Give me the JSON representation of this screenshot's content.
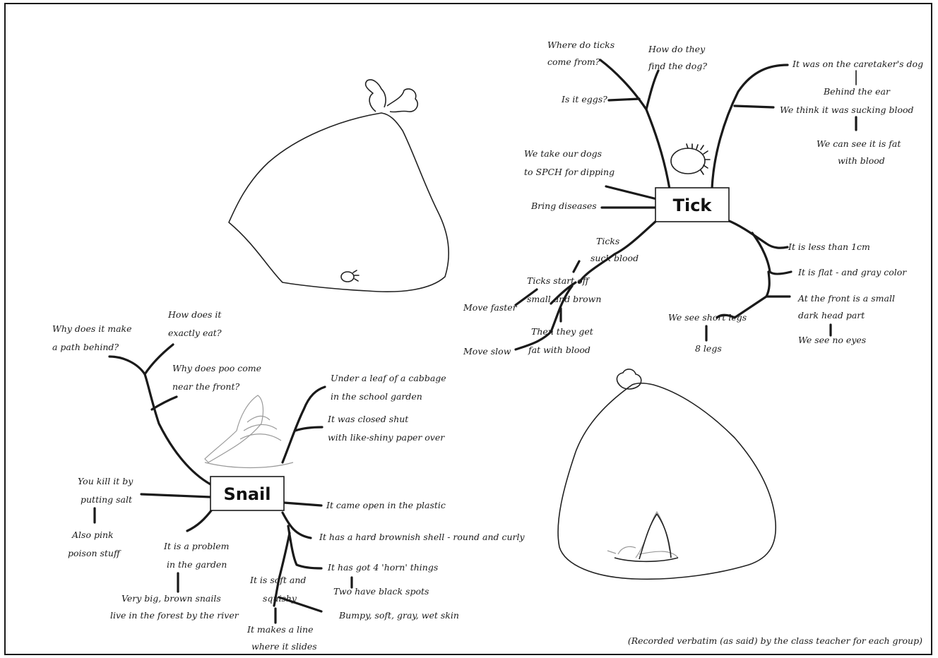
{
  "colors": {
    "ink": "#1a1a1a",
    "paper": "#ffffff",
    "sketch_light": "#9a9a9a"
  },
  "tick": {
    "title": "Tick",
    "q_where_1": "Where do ticks",
    "q_where_2": "come from?",
    "q_how_1": "How do they",
    "q_how_2": "find the dog?",
    "q_eggs": "Is it eggs?",
    "caretaker": "It was on the caretaker's dog",
    "behind_ear": "Behind the ear",
    "sucking": "We think it was sucking blood",
    "fat_1": "We can see it is fat",
    "fat_2": "with blood",
    "dogs_1": "We take our dogs",
    "dogs_2": "to SPCH for dipping",
    "diseases": "Bring diseases",
    "suck_1": "Ticks",
    "suck_2": "suck blood",
    "start_1": "Ticks start off",
    "start_2": "small and brown",
    "faster": "Move faster",
    "then_1": "Then they get",
    "then_2": "fat with blood",
    "slow": "Move slow",
    "less": "It is less than 1cm",
    "flat": "It is flat - and gray color",
    "front_1": "At the front is a small",
    "front_2": "dark head part",
    "no_eyes": "We see no eyes",
    "short_legs": "We see short legs",
    "legs8": "8 legs"
  },
  "snail": {
    "title": "Snail",
    "why_1": "Why does it make",
    "why_2": "a path behind?",
    "how_1": "How does it",
    "how_2": "exactly eat?",
    "poo_1": "Why does poo come",
    "poo_2": "near the front?",
    "leaf_1": "Under a leaf of a cabbage",
    "leaf_2": "in the school garden",
    "closed_1": "It was closed shut",
    "closed_2": "with like-shiny paper over",
    "kill_1": "You kill it by",
    "kill_2": "putting salt",
    "poison_1": "Also pink",
    "poison_2": "poison stuff",
    "plastic": "It came open in the plastic",
    "shell": "It has a hard brownish shell - round and curly",
    "horns": "It has got 4 'horn' things",
    "spots": "Two have black spots",
    "problem_1": "It is a problem",
    "problem_2": "in the garden",
    "brown_1": "Very big, brown snails",
    "brown_2": "live in the forest by the river",
    "soft_1": "It is soft and",
    "soft_2": "squishy",
    "skin": "Bumpy, soft, gray, wet skin",
    "line_1": "It makes a line",
    "line_2": "where it slides"
  },
  "footer": {
    "note": "(Recorded verbatim (as said) by the class teacher for each group)"
  }
}
